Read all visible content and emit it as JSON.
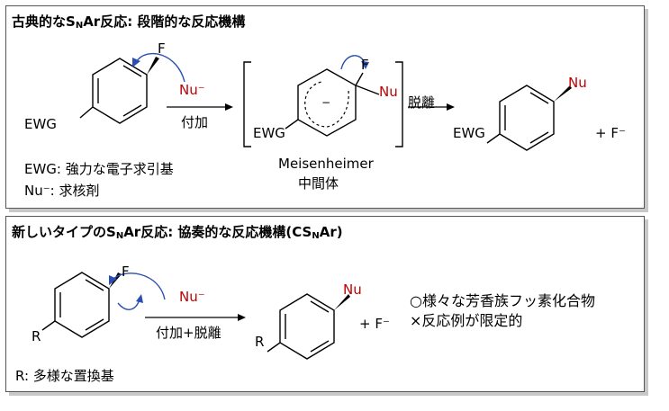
{
  "top_panel": {
    "title_pre": "古典的なS",
    "title_sub": "N",
    "title_post": "Ar反応: 段階的な反応機構",
    "reagent": "Nu⁻",
    "step_label": "付加",
    "ewg_label": "EWG",
    "f_label": "F",
    "nu_label": "Nu",
    "minus_label": "−",
    "step2_label": "脱離",
    "fluoride": "+ F⁻",
    "intermediate_name": "Meisenheimer",
    "intermediate_name2": "中間体",
    "legend_ewg": "EWG: 強力な電子求引基",
    "legend_nu": "Nu⁻: 求核剤"
  },
  "bottom_panel": {
    "title_pre": "新しいタイプのS",
    "title_sub": "N",
    "title_mid": "Ar反応: 協奏的な反応機構(CS",
    "title_sub2": "N",
    "title_post": "Ar)",
    "reagent": "Nu⁻",
    "step_label": "付加+脱離",
    "r_label": "R",
    "f_label": "F",
    "nu_label": "Nu",
    "fluoride": "+ F⁻",
    "advantage": "○様々な芳香族フッ素化合物",
    "disadvantage": "×反応例が限定的",
    "legend_r": "R: 多様な置換基"
  }
}
